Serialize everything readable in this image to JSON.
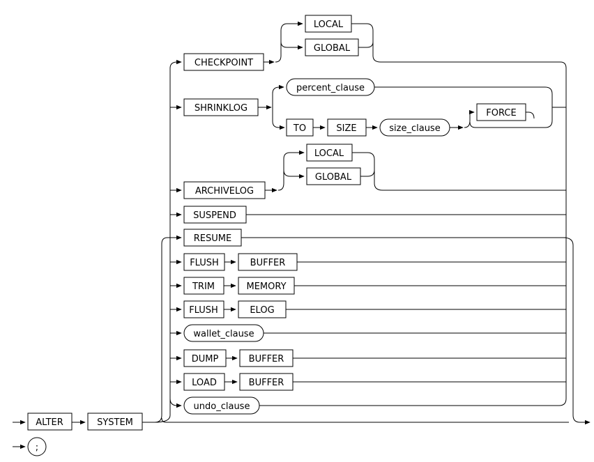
{
  "diagram": {
    "start": {
      "alter": "ALTER",
      "system": "SYSTEM"
    },
    "branches": {
      "checkpoint": {
        "keyword": "CHECKPOINT",
        "options": [
          "LOCAL",
          "GLOBAL"
        ]
      },
      "shrinklog": {
        "keyword": "SHRINKLOG",
        "percent_clause": "percent_clause",
        "to": "TO",
        "size": "SIZE",
        "size_clause": "size_clause",
        "force": "FORCE"
      },
      "archivelog": {
        "keyword": "ARCHIVELOG",
        "options": [
          "LOCAL",
          "GLOBAL"
        ]
      },
      "suspend": "SUSPEND",
      "resume": "RESUME",
      "flush_buffer": {
        "first": "FLUSH",
        "second": "BUFFER"
      },
      "trim_memory": {
        "first": "TRIM",
        "second": "MEMORY"
      },
      "flush_elog": {
        "first": "FLUSH",
        "second": "ELOG"
      },
      "wallet_clause": "wallet_clause",
      "dump_buffer": {
        "first": "DUMP",
        "second": "BUFFER"
      },
      "load_buffer": {
        "first": "LOAD",
        "second": "BUFFER"
      },
      "undo_clause": "undo_clause"
    },
    "terminator": ";"
  }
}
